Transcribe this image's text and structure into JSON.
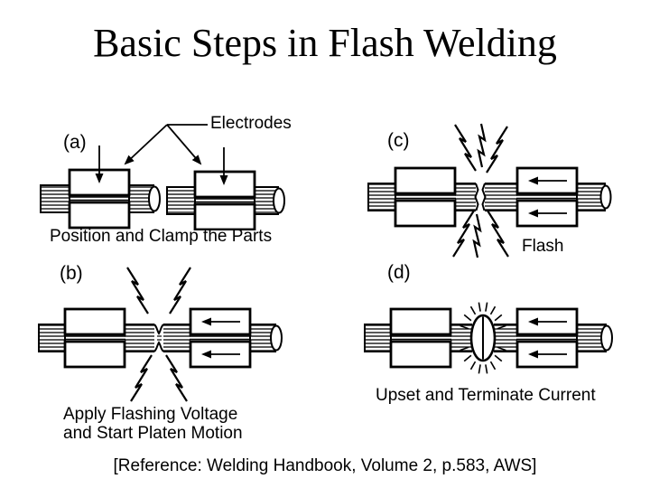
{
  "slide": {
    "title": "Basic Steps in Flash Welding",
    "reference": "[Reference: Welding Handbook, Volume 2, p.583, AWS]",
    "colors": {
      "ink": "#000000",
      "background": "#ffffff"
    }
  },
  "panels": {
    "a": {
      "step_label": "(a)",
      "electrodes_label": "Electrodes",
      "caption": "Position and Clamp the Parts"
    },
    "b": {
      "step_label": "(b)",
      "caption_line1": "Apply Flashing Voltage",
      "caption_line2": "and Start Platen Motion"
    },
    "c": {
      "step_label": "(c)",
      "caption": "Flash"
    },
    "d": {
      "step_label": "(d)",
      "caption": "Upset and Terminate Current"
    }
  }
}
